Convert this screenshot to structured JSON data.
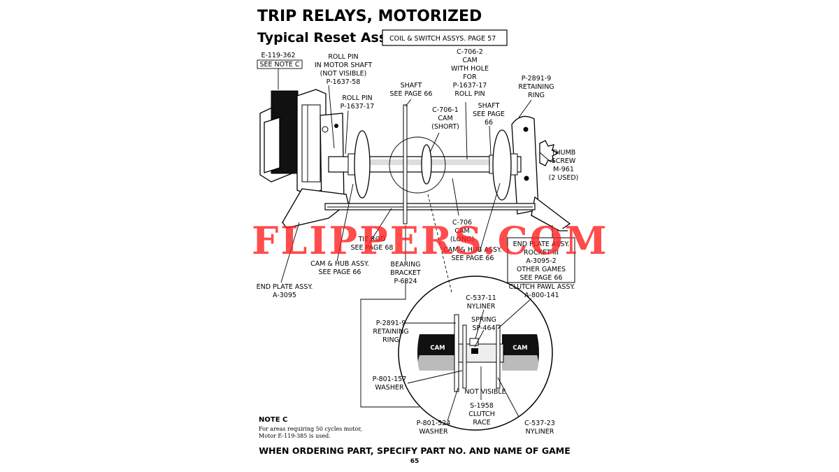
{
  "title": "TRIP RELAYS, MOTORIZED",
  "subtitle": "Typical Reset Assy.",
  "ref_box": "COIL & SWITCH ASSYS. PAGE 57",
  "watermark": "FLIPPERS.COM",
  "labels": {
    "motor": [
      "E-119-362",
      "SEE NOTE C"
    ],
    "roll_pin_motor": [
      "ROLL PIN",
      "IN MOTOR SHAFT",
      "(NOT VISIBLE)",
      "P-1637-58"
    ],
    "roll_pin": [
      "ROLL PIN",
      "P-1637-17"
    ],
    "shaft_left": [
      "SHAFT",
      "SEE PAGE 66"
    ],
    "cam_hole": [
      "C-706-2",
      "CAM",
      "WITH HOLE",
      "FOR",
      "P-1637-17",
      "ROLL PIN"
    ],
    "cam_short": [
      "C-706-1",
      "CAM",
      "(SHORT)"
    ],
    "shaft_right": [
      "SHAFT",
      "SEE PAGE",
      "66"
    ],
    "retaining_ring_top": [
      "P-2891-9",
      "RETAINING",
      "RING"
    ],
    "thumb_screw": [
      "THUMB",
      "SCREW",
      "M-961",
      "(2 USED)"
    ],
    "cam_long": [
      "C-706",
      "CAM",
      "(LONG)"
    ],
    "tie_rod": [
      "TIE ROD",
      "SEE PAGE 68"
    ],
    "cam_hub_right": [
      "CAM & HUB ASSY.",
      "SEE PAGE 66"
    ],
    "cam_hub_left": [
      "CAM & HUB ASSY.",
      "SEE PAGE 66"
    ],
    "bearing_bracket": [
      "BEARING",
      "BRACKET",
      "P-6824"
    ],
    "end_plate_left": [
      "END PLATE ASSY.",
      "A-3095"
    ],
    "end_plate_right": [
      "END PLATE ASSY.",
      "ROCKET III",
      "A-3095-2",
      "OTHER GAMES",
      "SEE PAGE 66"
    ],
    "nyliner_top": [
      "C-537-11",
      "NYLINER"
    ],
    "clutch_pawl": [
      "CLUTCH PAWL ASSY.",
      "A-800-141"
    ],
    "spring": [
      "SPRING",
      "SP-464"
    ],
    "retaining_ring_detail": [
      "P-2891-9",
      "RETAINING",
      "RING"
    ],
    "washer_157": [
      "P-801-157",
      "WASHER"
    ],
    "not_visible": "NOT VISIBLE",
    "clutch_race": [
      "S-1958",
      "CLUTCH",
      "RACE"
    ],
    "washer_524": [
      "P-801-524",
      "WASHER"
    ],
    "nyliner_bottom": "C-537-23",
    "nyliner_bottom2": "NYLINER",
    "cam_left": "CAM",
    "cam_right": "CAM"
  },
  "note": {
    "heading": "NOTE C",
    "lines": [
      "For areas requiring 50 cycles motor,",
      "Motor E-119-385 is used."
    ]
  },
  "footer": "WHEN ORDERING PART, SPECIFY PART NO. AND NAME OF GAME",
  "page_number": "65",
  "colors": {
    "watermark": "#ff1a1a",
    "ink": "#000000"
  }
}
